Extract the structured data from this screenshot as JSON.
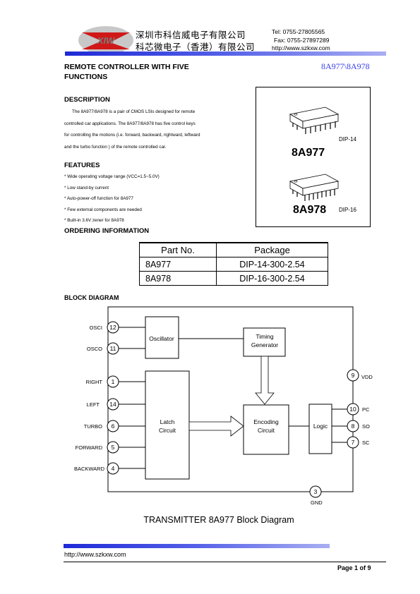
{
  "header": {
    "company_cn": "深圳市科信威电子有限公司",
    "company_hk": "科芯微电子（香港）有限公司",
    "tel": "Tel: 0755-27805565",
    "fax": "Fax: 0755-27897289",
    "web": "http://www.szkxw.com",
    "logo_text": "XIW"
  },
  "title": {
    "line1": "REMOTE CONTROLLER WITH FIVE",
    "line2": "FUNCTIONS",
    "part_ids": "8A977\\8A978"
  },
  "description": {
    "heading": "DESCRIPTION",
    "lines": [
      "The 8A977/8A978 is a pair of CMOS LSIs designed for remote",
      "controlled car applications. The 8A977/8A978 has five control keys",
      "for controlling the motions (i.e. forward, backward, rightward, leftward",
      "and the turbo function ) of the remote controlled car."
    ]
  },
  "features": {
    "heading": "FEATURES",
    "items": [
      "* Wide operating voltage range (VCC=1.5~5.0V)",
      "* Low stand-by current",
      "* Auto-power-off function for 8A977",
      "* Few external components are needed",
      "* Built-in 3.6V zener for 8A978"
    ]
  },
  "packages": {
    "chip1": "8A977",
    "chip1_pkg": "DIP-14",
    "chip2": "8A978",
    "chip2_pkg": "DIP-16"
  },
  "ordering": {
    "heading": "ORDERING INFORMATION",
    "columns": [
      "Part No.",
      "Package"
    ],
    "rows": [
      [
        "8A977",
        "DIP-14-300-2.54"
      ],
      [
        "8A978",
        "DIP-16-300-2.54"
      ]
    ]
  },
  "block_diagram": {
    "heading": "BLOCK DIAGRAM",
    "caption": "TRANSMITTER 8A977 Block Diagram",
    "blocks": {
      "oscillator": "Oscillator",
      "timing1": "Timing",
      "timing2": "Generator",
      "latch1": "Latch",
      "latch2": "Circuit",
      "enc1": "Encoding",
      "enc2": "Circuit",
      "logic": "Logic"
    },
    "pins_left": [
      {
        "label": "OSCI",
        "num": "12"
      },
      {
        "label": "OSCO",
        "num": "11"
      },
      {
        "label": "RIGHT",
        "num": "1"
      },
      {
        "label": "LEFT",
        "num": "14"
      },
      {
        "label": "TURBO",
        "num": "6"
      },
      {
        "label": "FORWARD",
        "num": "5"
      },
      {
        "label": "BACKWARD",
        "num": "4"
      }
    ],
    "pins_right": [
      {
        "label": "VDD",
        "num": "9"
      },
      {
        "label": "PC",
        "num": "10"
      },
      {
        "label": "SO",
        "num": "8"
      },
      {
        "label": "SC",
        "num": "7"
      }
    ],
    "pin_bottom": {
      "label": "GND",
      "num": "3"
    }
  },
  "footer": {
    "url": "http://www.szkxw.com",
    "page": "Page 1 of 9"
  }
}
